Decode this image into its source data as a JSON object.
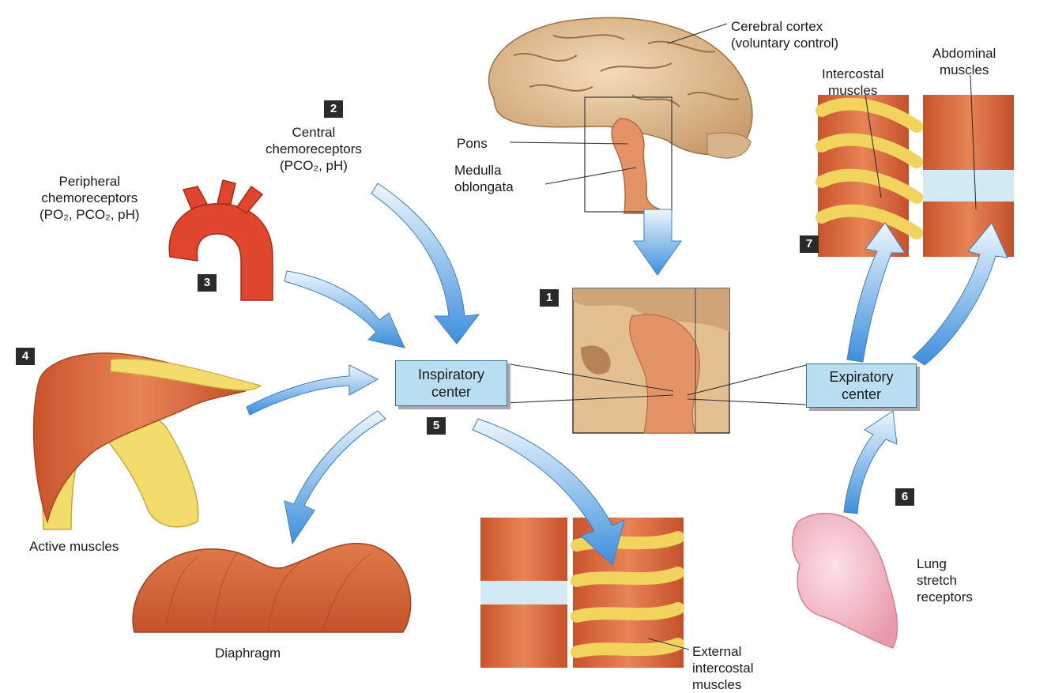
{
  "labels": {
    "cerebral_cortex": [
      "Cerebral cortex",
      "(voluntary control)"
    ],
    "pons": "Pons",
    "medulla": [
      "Medulla",
      "oblongata"
    ],
    "intercostal": [
      "Intercostal",
      "muscles"
    ],
    "abdominal": [
      "Abdominal",
      "muscles"
    ],
    "central_chemo": [
      "Central",
      "chemoreceptors",
      "(PCO₂, pH)"
    ],
    "peripheral_chemo": [
      "Peripheral",
      "chemoreceptors",
      "(PO₂, PCO₂, pH)"
    ],
    "active_muscles": "Active muscles",
    "diaphragm": "Diaphragm",
    "external_intercostal": [
      "External",
      "intercostal",
      "muscles"
    ],
    "lung_stretch": [
      "Lung",
      "stretch",
      "receptors"
    ]
  },
  "boxes": {
    "inspiratory": [
      "Inspiratory",
      "center"
    ],
    "expiratory": [
      "Expiratory",
      "center"
    ]
  },
  "steps": {
    "s1": "1",
    "s2": "2",
    "s3": "3",
    "s4": "4",
    "s5": "5",
    "s6": "6",
    "s7": "7"
  },
  "colors": {
    "arrow": "#4f9de0",
    "muscle": "#d9663a",
    "bone": "#f5dc6a",
    "box_fill": "#b9def1",
    "lung": "#f6b6c3",
    "brain": "#e3c39a"
  }
}
